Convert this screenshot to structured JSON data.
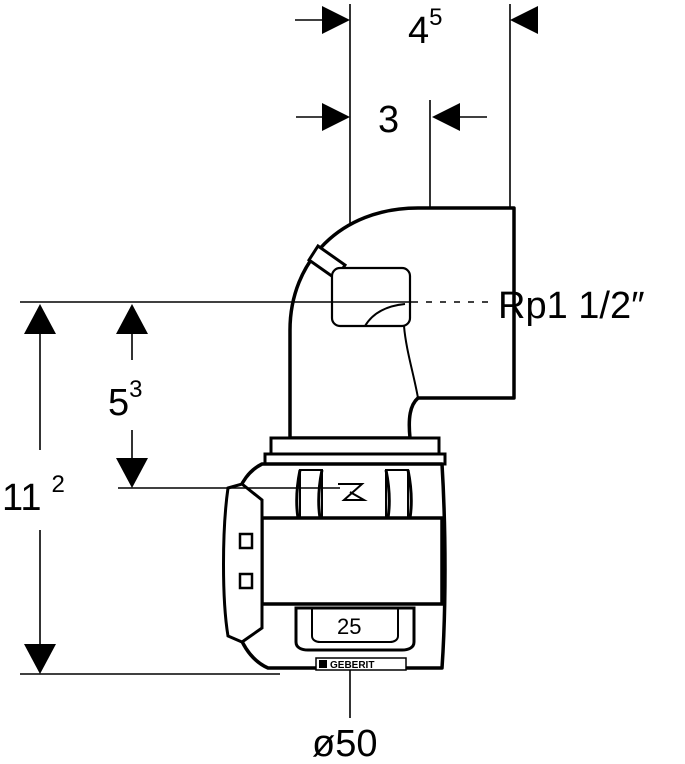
{
  "dimensions": {
    "top_width": {
      "base": "4",
      "sup": "5"
    },
    "inner_offset": {
      "base": "3",
      "sup": ""
    },
    "thread": "Rp1 1/2″",
    "center_height": {
      "base": "5",
      "sup": "3"
    },
    "total_height": {
      "base": "11",
      "sup": "2"
    },
    "diameter": "ø50"
  },
  "fitting": {
    "size_marking": "25",
    "brand": "GEBERIT"
  },
  "colors": {
    "line": "#000000",
    "background": "#ffffff"
  }
}
